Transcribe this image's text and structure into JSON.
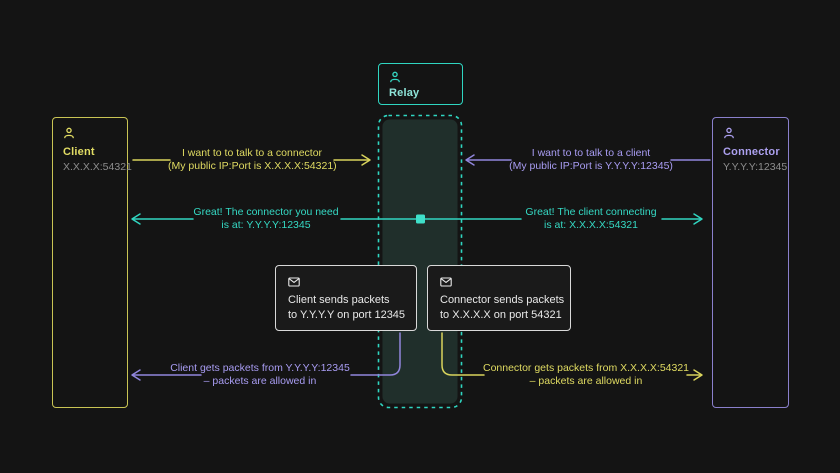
{
  "palette": {
    "background": "#141414",
    "client_yellow": "#dcd75f",
    "relay_teal": "#31d6c1",
    "connector_purple": "#9e92ea",
    "muted_gray": "#8d8d8d",
    "note_white": "#e9e9e9",
    "zone_fill": "#202f2b",
    "note_border": "#d9d9d9"
  },
  "nodes": {
    "client": {
      "title": "Client",
      "address": "X.X.X.X:54321",
      "icon": "person-icon"
    },
    "relay": {
      "title": "Relay",
      "icon": "person-icon"
    },
    "connector": {
      "title": "Connector",
      "address": "Y.Y.Y.Y:12345",
      "icon": "person-icon"
    }
  },
  "arrows": {
    "client_to_relay": {
      "line1": "I want to to talk to a connector",
      "line2": "(My public IP:Port is X.X.X.X:54321)",
      "direction": "right",
      "color": "#dcd75f"
    },
    "connector_to_relay": {
      "line1": "I want to to talk to a client",
      "line2": "(My public IP:Port is Y.Y.Y.Y:12345)",
      "direction": "left",
      "color": "#9e92ea"
    },
    "relay_to_client": {
      "line1": "Great! The connector you need",
      "line2": "is at: Y.Y.Y.Y:12345",
      "direction": "left",
      "color": "#31d6c1"
    },
    "relay_to_connector": {
      "line1": "Great! The client connecting",
      "line2": "is at: X.X.X.X:54321",
      "direction": "right",
      "color": "#31d6c1"
    },
    "client_gets": {
      "line1": "Client gets packets from Y.Y.Y.Y:12345",
      "line2": "– packets are allowed in",
      "direction": "left",
      "color": "#9e92ea"
    },
    "connector_gets": {
      "line1": "Connector gets packets from X.X.X.X:54321",
      "line2": "– packets are allowed in",
      "direction": "right",
      "color": "#dcd75f"
    }
  },
  "notes": {
    "client_sends": {
      "icon": "envelope-icon",
      "line1": "Client sends packets",
      "line2": "to Y.Y.Y.Y on port 12345"
    },
    "connector_sends": {
      "icon": "envelope-icon",
      "line1": "Connector sends packets",
      "line2": "to X.X.X.X on port 54321"
    }
  }
}
